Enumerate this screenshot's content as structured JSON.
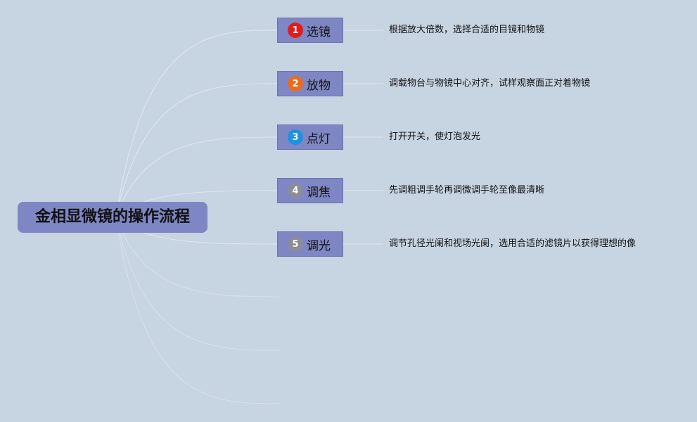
{
  "colors": {
    "background": "#c7d4e2",
    "node_fill": "#7e87c4",
    "connector": "#dde6ef"
  },
  "root": {
    "label": "金相显微镜的操作流程"
  },
  "steps": [
    {
      "number": "1",
      "label": "选镜",
      "badge_color": "#e21c1c",
      "description": "根据放大倍数，选择合适的目镜和物镜"
    },
    {
      "number": "2",
      "label": "放物",
      "badge_color": "#ee6a1a",
      "description": "调载物台与物镜中心对齐，试样观察面正对着物镜"
    },
    {
      "number": "3",
      "label": "点灯",
      "badge_color": "#1e92e0",
      "description": "打开开关，使灯泡发光"
    },
    {
      "number": "4",
      "label": "调焦",
      "badge_color": "#8a8d99",
      "description": "先调粗调手轮再调微调手轮至像最清晰"
    },
    {
      "number": "5",
      "label": "调光",
      "badge_color": "#8a8d99",
      "description": "调节孔径光阑和视场光阑，选用合适的滤镜片以获得理想的像"
    }
  ]
}
